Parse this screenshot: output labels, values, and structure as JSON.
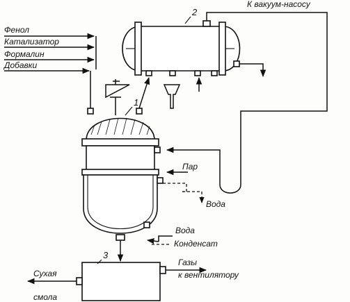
{
  "labels": {
    "vacuum_pump": "К вакуум-насосу",
    "phenol": "Фенол",
    "catalyst": "Катализатор",
    "formalin": "Формалин",
    "additives": "Добавки",
    "steam": "Пар",
    "water_out": "Вода",
    "water_in": "Вода",
    "condensate": "Конденсат",
    "gases": "Газы",
    "to_fan": "к вентилятору",
    "dry": "Сухая",
    "resin": "смола"
  },
  "numbers": {
    "reactor": "1",
    "condenser": "2",
    "dryer": "3"
  }
}
